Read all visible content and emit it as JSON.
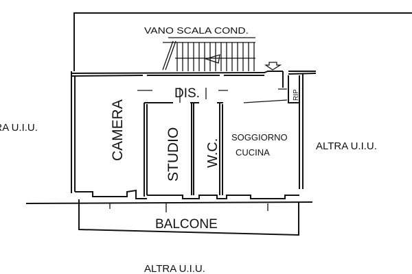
{
  "plan": {
    "labels": {
      "stairwell": "VANO SCALA COND.",
      "hallway": "DIS.",
      "storage": "RIP",
      "bedroom": "CAMERA",
      "study": "STUDIO",
      "bathroom": "W.C.",
      "living_line1": "SOGGIORNO",
      "living_line2": "CUCINA",
      "balcony": "BALCONE",
      "other_unit_left": "ALTRA U.I.U.",
      "other_unit_right": "ALTRA U.I.U.",
      "other_unit_bottom": "ALTRA U.I.U."
    },
    "entrance_icon": "arrow-down-icon"
  }
}
